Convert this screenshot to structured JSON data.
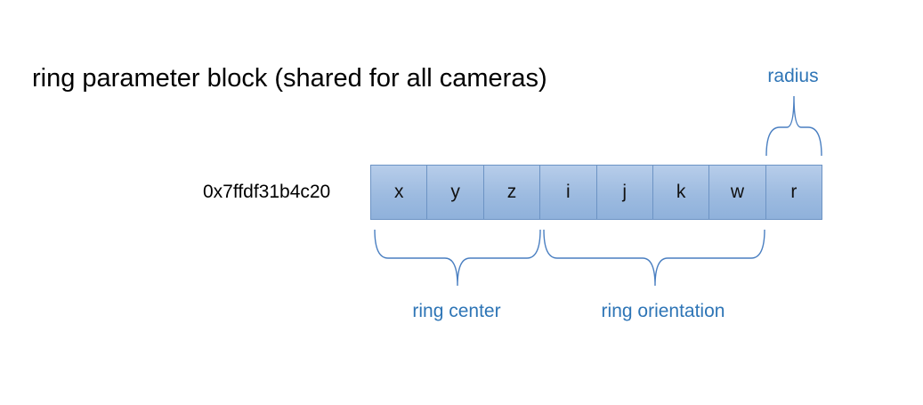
{
  "title": "ring parameter block (shared for all cameras)",
  "address": "0x7ffdf31b4c20",
  "fields": [
    "x",
    "y",
    "z",
    "i",
    "j",
    "k",
    "w",
    "r"
  ],
  "groups": {
    "radius": "radius",
    "ring_center": "ring center",
    "ring_orientation": "ring orientation"
  },
  "colors": {
    "cell_fill": "#9dbbe0",
    "cell_border": "#6c93c4",
    "label_blue": "#2e75b6",
    "brace": "#4a7fc1"
  }
}
